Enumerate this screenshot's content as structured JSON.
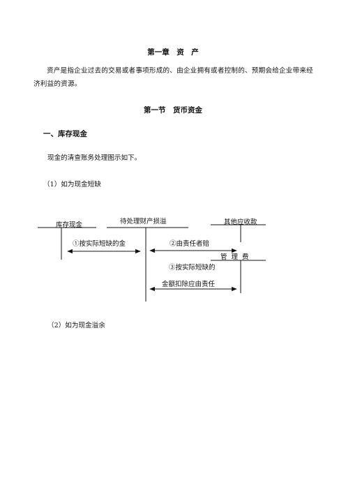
{
  "chapter_title": "第一章　资　产",
  "intro_paragraph": "资产是指企业过去的交易或者事项形成的、由企业拥有或者控制的、预期会给企业带来经济利益的资源。",
  "section_title": "第一节　货币资金",
  "subsection_title": "一、库存现金",
  "body_text": "现金的清查账务处理图示如下。",
  "case1_label": "（1）如为现金短缺",
  "case2_label": "（2）如为现金溢余",
  "diagram": {
    "accounts": {
      "cash": "库存现金",
      "pending": "待处理财产损溢",
      "other_receivables": "其他应收款",
      "admin_expenses": "管 理 费"
    },
    "steps": {
      "step1": "①按实际短缺的金",
      "step2": "②由责任者赔",
      "step3_line1": "③按实际短缺的",
      "step3_line2": "金额扣除应由责任"
    }
  }
}
